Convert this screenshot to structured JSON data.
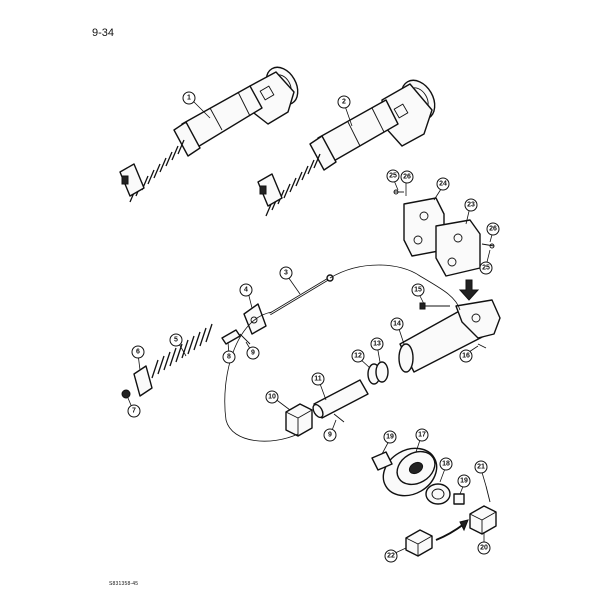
{
  "page_number": "9-34",
  "doc_code": "S831358-45",
  "callouts": [
    "1",
    "2",
    "3",
    "4",
    "5",
    "6",
    "7",
    "8",
    "9",
    "9",
    "10",
    "11",
    "12",
    "13",
    "14",
    "15",
    "16",
    "17",
    "18",
    "19",
    "19",
    "20",
    "21",
    "22",
    "23",
    "24",
    "25",
    "25",
    "26",
    "26"
  ]
}
